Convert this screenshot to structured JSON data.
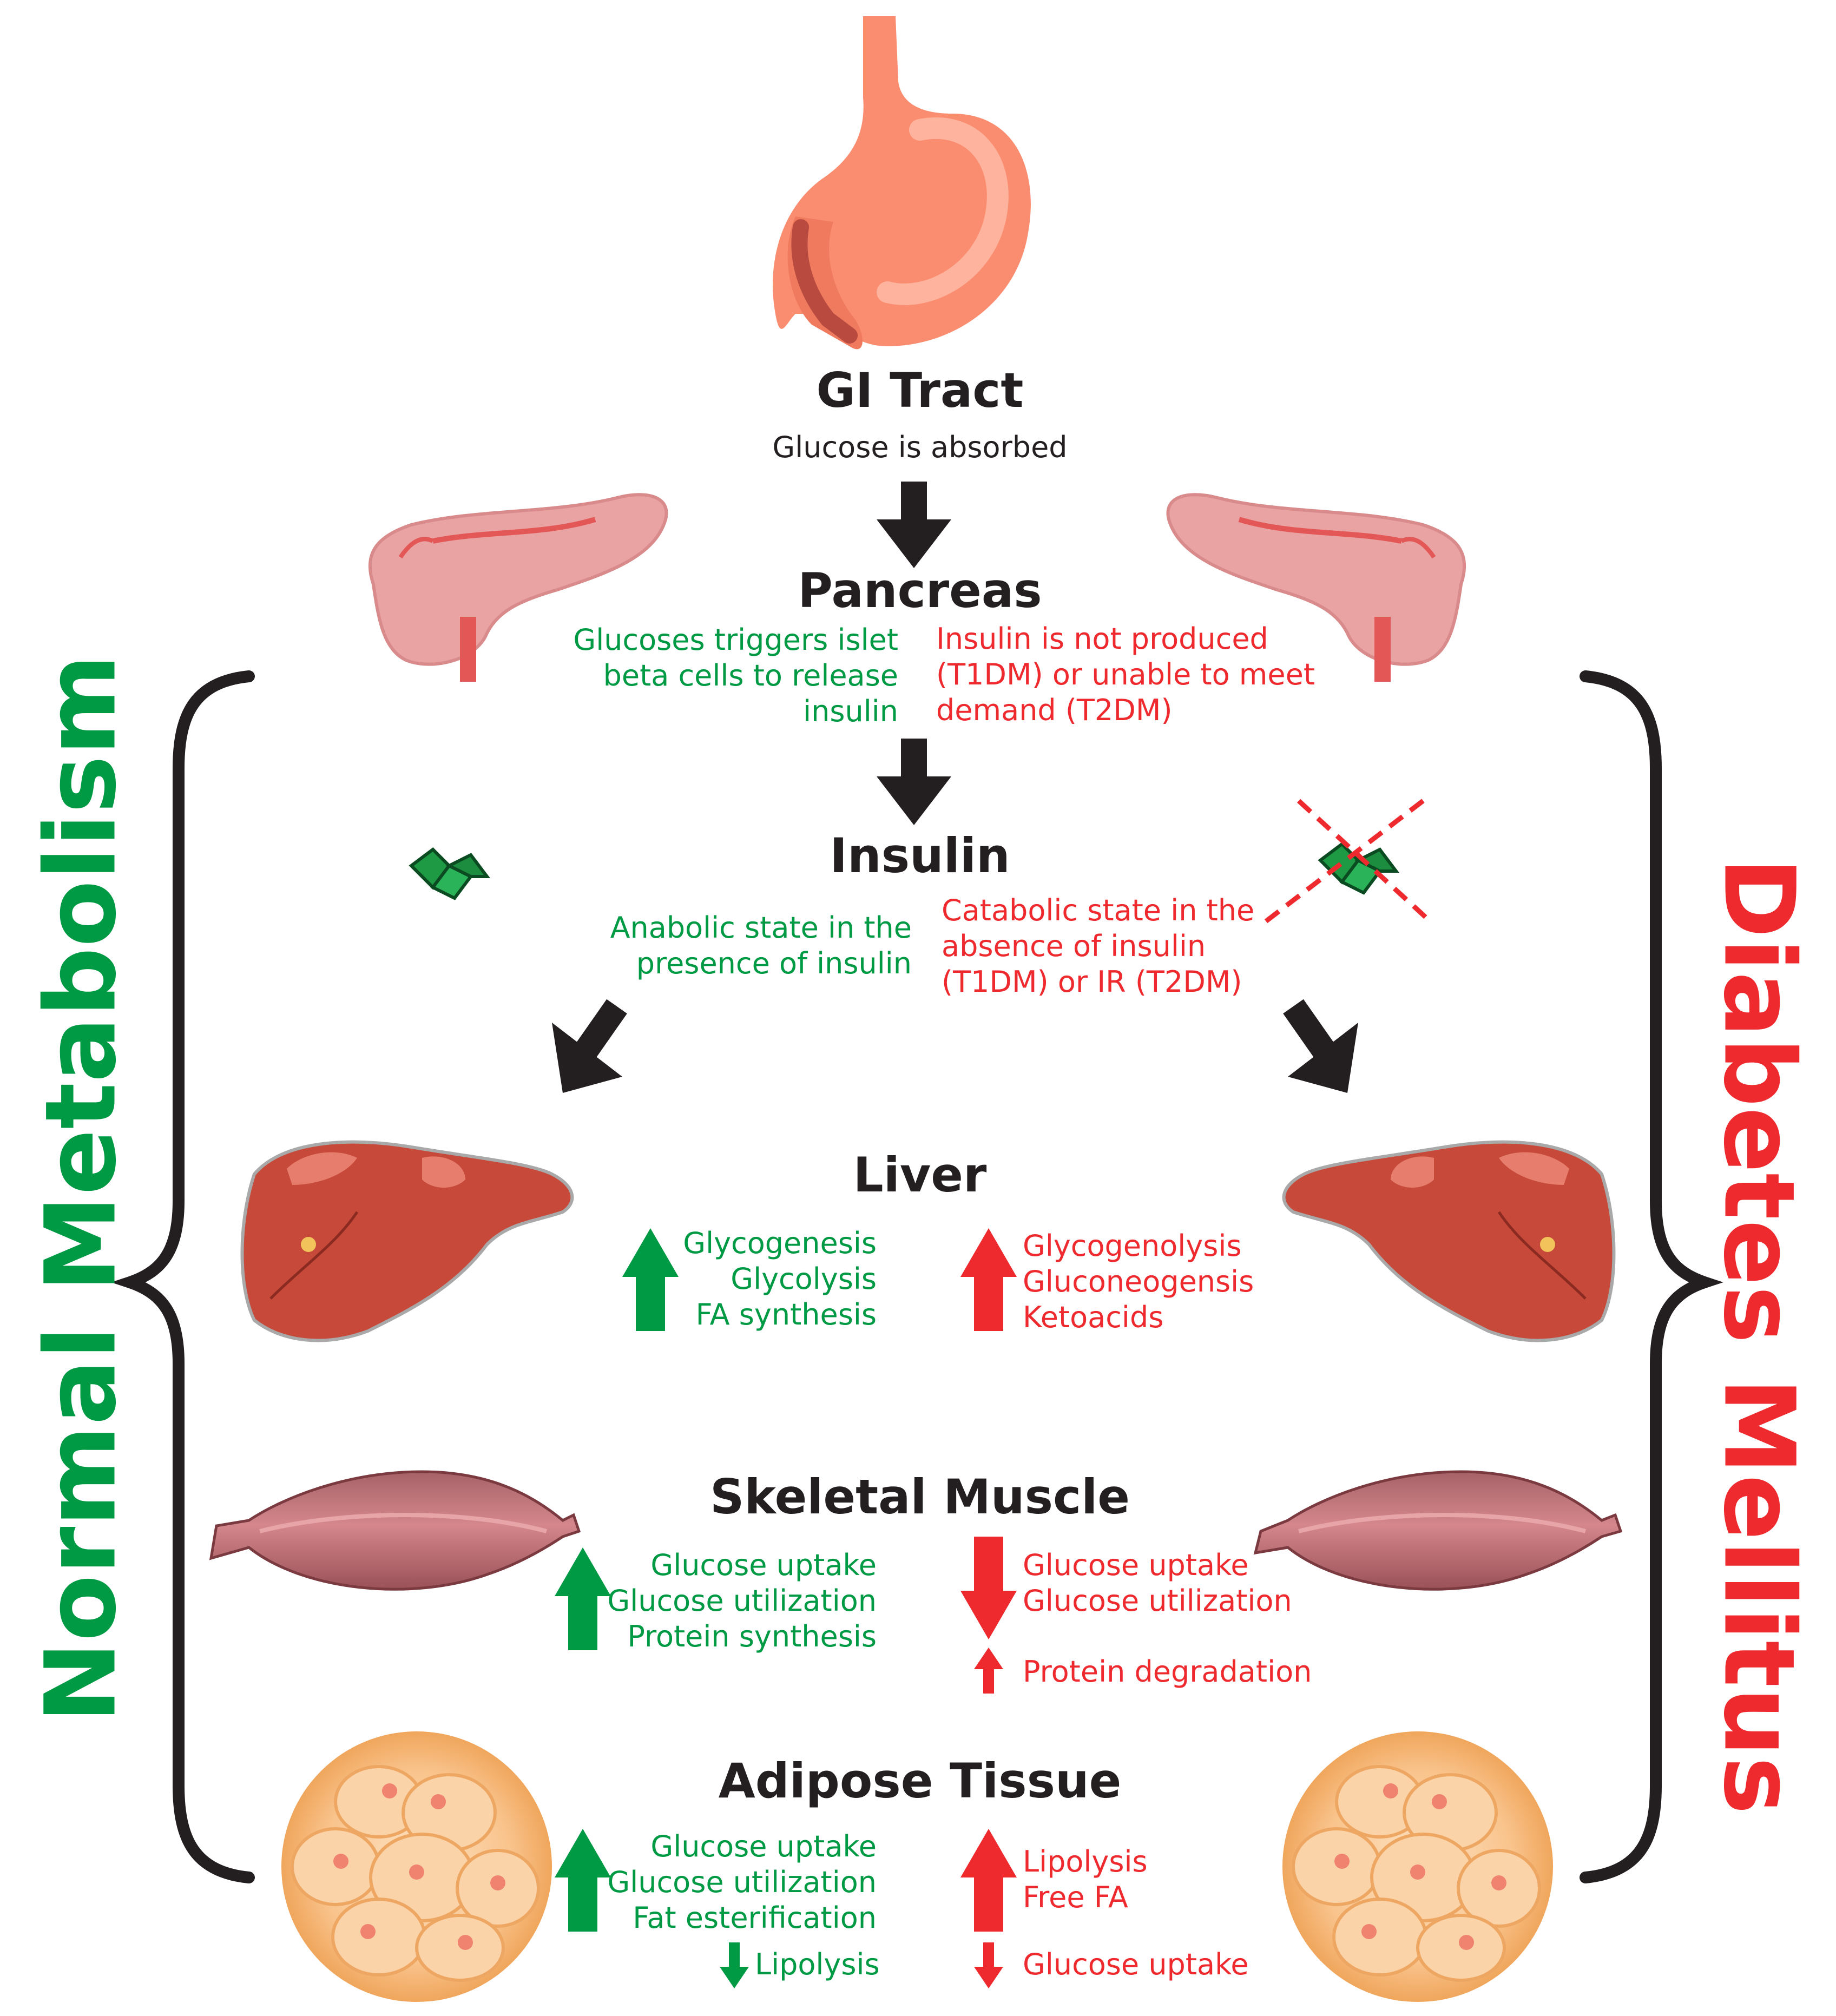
{
  "colors": {
    "normal": "#009a44",
    "diabetes": "#ee2a2f",
    "text": "#231f20"
  },
  "side_labels": {
    "left": "Normal Metabolism",
    "right": "Diabetes Mellitus"
  },
  "gi": {
    "title": "GI Tract",
    "subtitle": "Glucose is absorbed"
  },
  "pancreas": {
    "title": "Pancreas",
    "normal": [
      "Glucoses triggers islet",
      "beta cells to release",
      "insulin"
    ],
    "diabetes": [
      "Insulin is not produced",
      "(T1DM) or unable to meet",
      "demand (T2DM)"
    ]
  },
  "insulin": {
    "title": "Insulin",
    "normal": [
      "Anabolic state in the",
      "presence of insulin"
    ],
    "diabetes": [
      "Catabolic state in the",
      "absence of insulin",
      "(T1DM) or IR (T2DM)"
    ]
  },
  "liver": {
    "title": "Liver",
    "normal": [
      "Glycogenesis",
      "Glycolysis",
      "FA synthesis"
    ],
    "diabetes": [
      "Glycogenolysis",
      "Gluconeogensis",
      "Ketoacids"
    ]
  },
  "muscle": {
    "title": "Skeletal Muscle",
    "normal": [
      "Glucose uptake",
      "Glucose utilization",
      "Protein synthesis"
    ],
    "diabetes": [
      "Glucose uptake",
      "Glucose utilization"
    ],
    "diabetes_up": "Protein degradation"
  },
  "adipose": {
    "title": "Adipose Tissue",
    "normal": [
      "Glucose uptake",
      "Glucose utilization",
      "Fat esterification"
    ],
    "normal_down": "Lipolysis",
    "diabetes": [
      "Lipolysis",
      "Free FA"
    ],
    "diabetes_down": "Glucose uptake"
  }
}
